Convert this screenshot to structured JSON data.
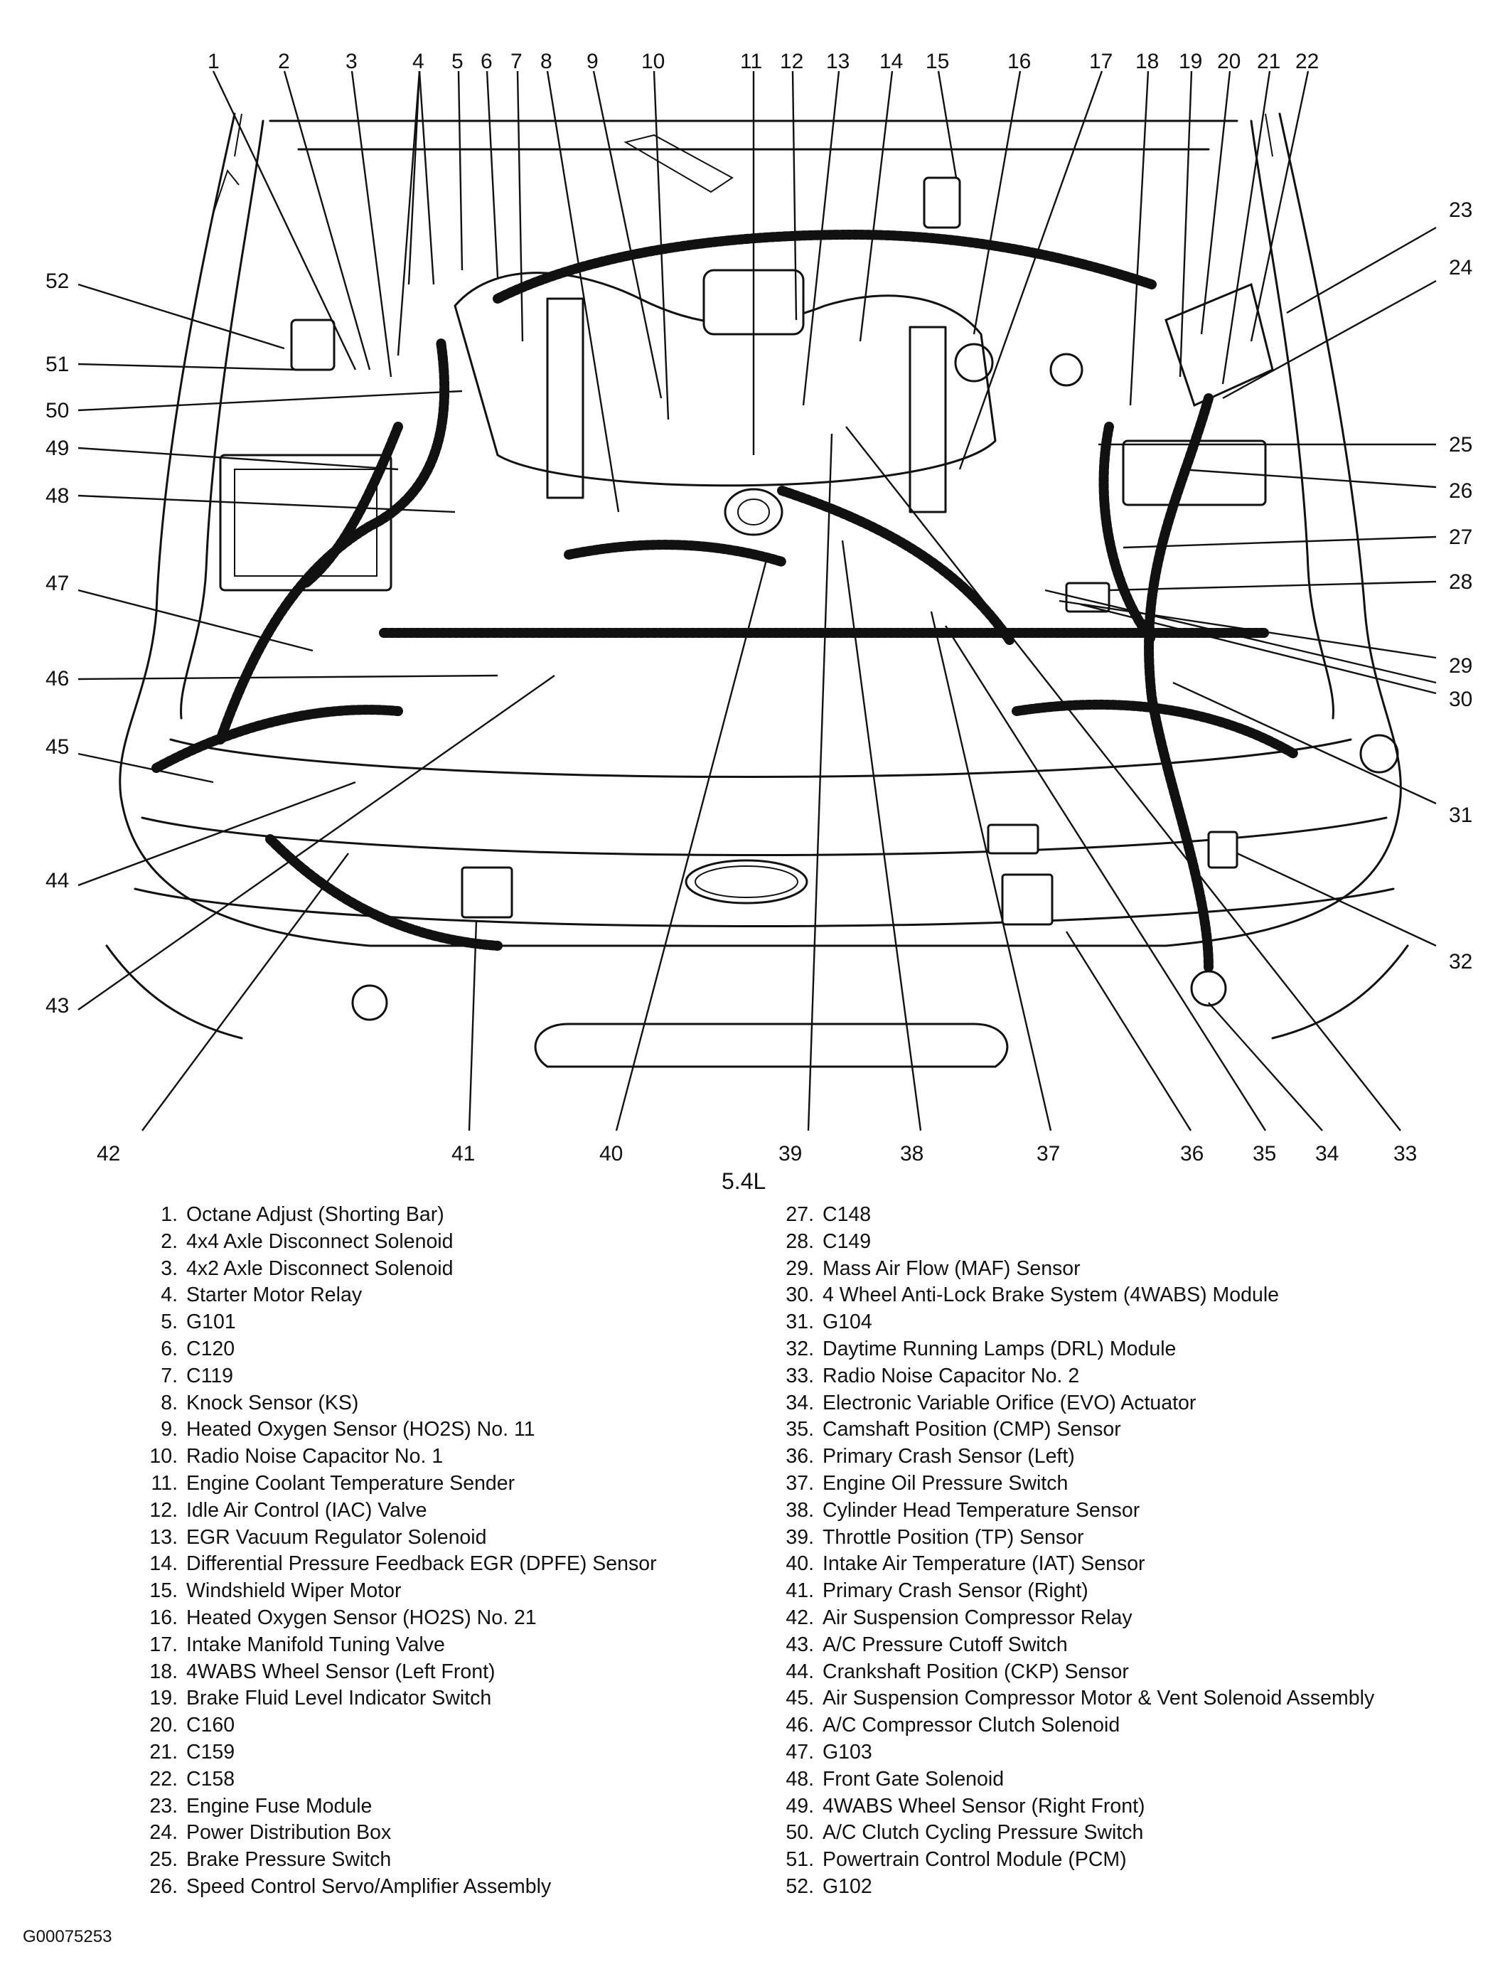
{
  "figure": {
    "engine_caption": "5.4L",
    "figure_id": "G00075253",
    "callout_numbers": [
      "1",
      "2",
      "3",
      "4",
      "5",
      "6",
      "7",
      "8",
      "9",
      "10",
      "11",
      "12",
      "13",
      "14",
      "15",
      "16",
      "17",
      "18",
      "19",
      "20",
      "21",
      "22",
      "23",
      "24",
      "25",
      "26",
      "27",
      "28",
      "29",
      "30",
      "31",
      "32",
      "33",
      "34",
      "35",
      "36",
      "37",
      "38",
      "39",
      "40",
      "41",
      "42",
      "43",
      "44",
      "45",
      "46",
      "47",
      "48",
      "49",
      "50",
      "51",
      "52"
    ]
  },
  "legend": [
    {
      "n": "1.",
      "text": "Octane Adjust  (Shorting Bar)"
    },
    {
      "n": "2.",
      "text": "4x4  Axle Disconnect Solenoid"
    },
    {
      "n": "3.",
      "text": "4x2  Axle Disconnect Solenoid"
    },
    {
      "n": "4.",
      "text": "Starter Motor Relay"
    },
    {
      "n": "5.",
      "text": "G101"
    },
    {
      "n": "6.",
      "text": "C120"
    },
    {
      "n": "7.",
      "text": "C119"
    },
    {
      "n": "8.",
      "text": "Knock Sensor (KS)"
    },
    {
      "n": "9.",
      "text": "Heated Oxygen Sensor (HO2S) No. 11"
    },
    {
      "n": "10.",
      "text": "Radio Noise Capacitor No. 1"
    },
    {
      "n": "11.",
      "text": "Engine Coolant Temperature Sender"
    },
    {
      "n": "12.",
      "text": "Idle Air Control (IAC) Valve"
    },
    {
      "n": "13.",
      "text": "EGR Vacuum Regulator Solenoid"
    },
    {
      "n": "14.",
      "text": "Differential Pressure Feedback EGR (DPFE) Sensor"
    },
    {
      "n": "15.",
      "text": "Windshield Wiper Motor"
    },
    {
      "n": "16.",
      "text": "Heated Oxygen Sensor (HO2S) No. 21"
    },
    {
      "n": "17.",
      "text": "Intake Manifold Tuning Valve"
    },
    {
      "n": "18.",
      "text": "4WABS Wheel Sensor (Left Front)"
    },
    {
      "n": "19.",
      "text": "Brake Fluid Level Indicator Switch"
    },
    {
      "n": "20.",
      "text": "C160"
    },
    {
      "n": "21.",
      "text": "C159"
    },
    {
      "n": "22.",
      "text": "C158"
    },
    {
      "n": "23.",
      "text": "Engine Fuse Module"
    },
    {
      "n": "24.",
      "text": "Power Distribution Box"
    },
    {
      "n": "25.",
      "text": "Brake Pressure Switch"
    },
    {
      "n": "26.",
      "text": "Speed Control Servo/Amplifier Assembly"
    },
    {
      "n": "27.",
      "text": "C148"
    },
    {
      "n": "28.",
      "text": "C149"
    },
    {
      "n": "29.",
      "text": "Mass Air Flow (MAF) Sensor"
    },
    {
      "n": "30.",
      "text": "4 Wheel Anti-Lock Brake System (4WABS) Module"
    },
    {
      "n": "31.",
      "text": "G104"
    },
    {
      "n": "32.",
      "text": "Daytime Running Lamps (DRL) Module"
    },
    {
      "n": "33.",
      "text": "Radio Noise Capacitor No. 2"
    },
    {
      "n": "34.",
      "text": "Electronic Variable Orifice (EVO) Actuator"
    },
    {
      "n": "35.",
      "text": "Camshaft Position (CMP) Sensor"
    },
    {
      "n": "36.",
      "text": "Primary Crash Sensor (Left)"
    },
    {
      "n": "37.",
      "text": "Engine Oil Pressure Switch"
    },
    {
      "n": "38.",
      "text": "Cylinder Head Temperature Sensor"
    },
    {
      "n": "39.",
      "text": "Throttle Position (TP) Sensor"
    },
    {
      "n": "40.",
      "text": "Intake Air Temperature (IAT) Sensor"
    },
    {
      "n": "41.",
      "text": "Primary Crash Sensor (Right)"
    },
    {
      "n": "42.",
      "text": "Air Suspension Compressor Relay"
    },
    {
      "n": "43.",
      "text": "A/C Pressure Cutoff Switch"
    },
    {
      "n": "44.",
      "text": "Crankshaft Position (CKP) Sensor"
    },
    {
      "n": "45.",
      "text": "Air Suspension Compressor Motor & Vent Solenoid Assembly"
    },
    {
      "n": "46.",
      "text": "A/C Compressor Clutch Solenoid"
    },
    {
      "n": "47.",
      "text": "G103"
    },
    {
      "n": "48.",
      "text": "Front Gate Solenoid"
    },
    {
      "n": "49.",
      "text": "4WABS Wheel Sensor (Right Front)"
    },
    {
      "n": "50.",
      "text": "A/C Clutch Cycling Pressure Switch"
    },
    {
      "n": "51.",
      "text": "Powertrain Control Module (PCM)"
    },
    {
      "n": "52.",
      "text": "G102"
    }
  ]
}
